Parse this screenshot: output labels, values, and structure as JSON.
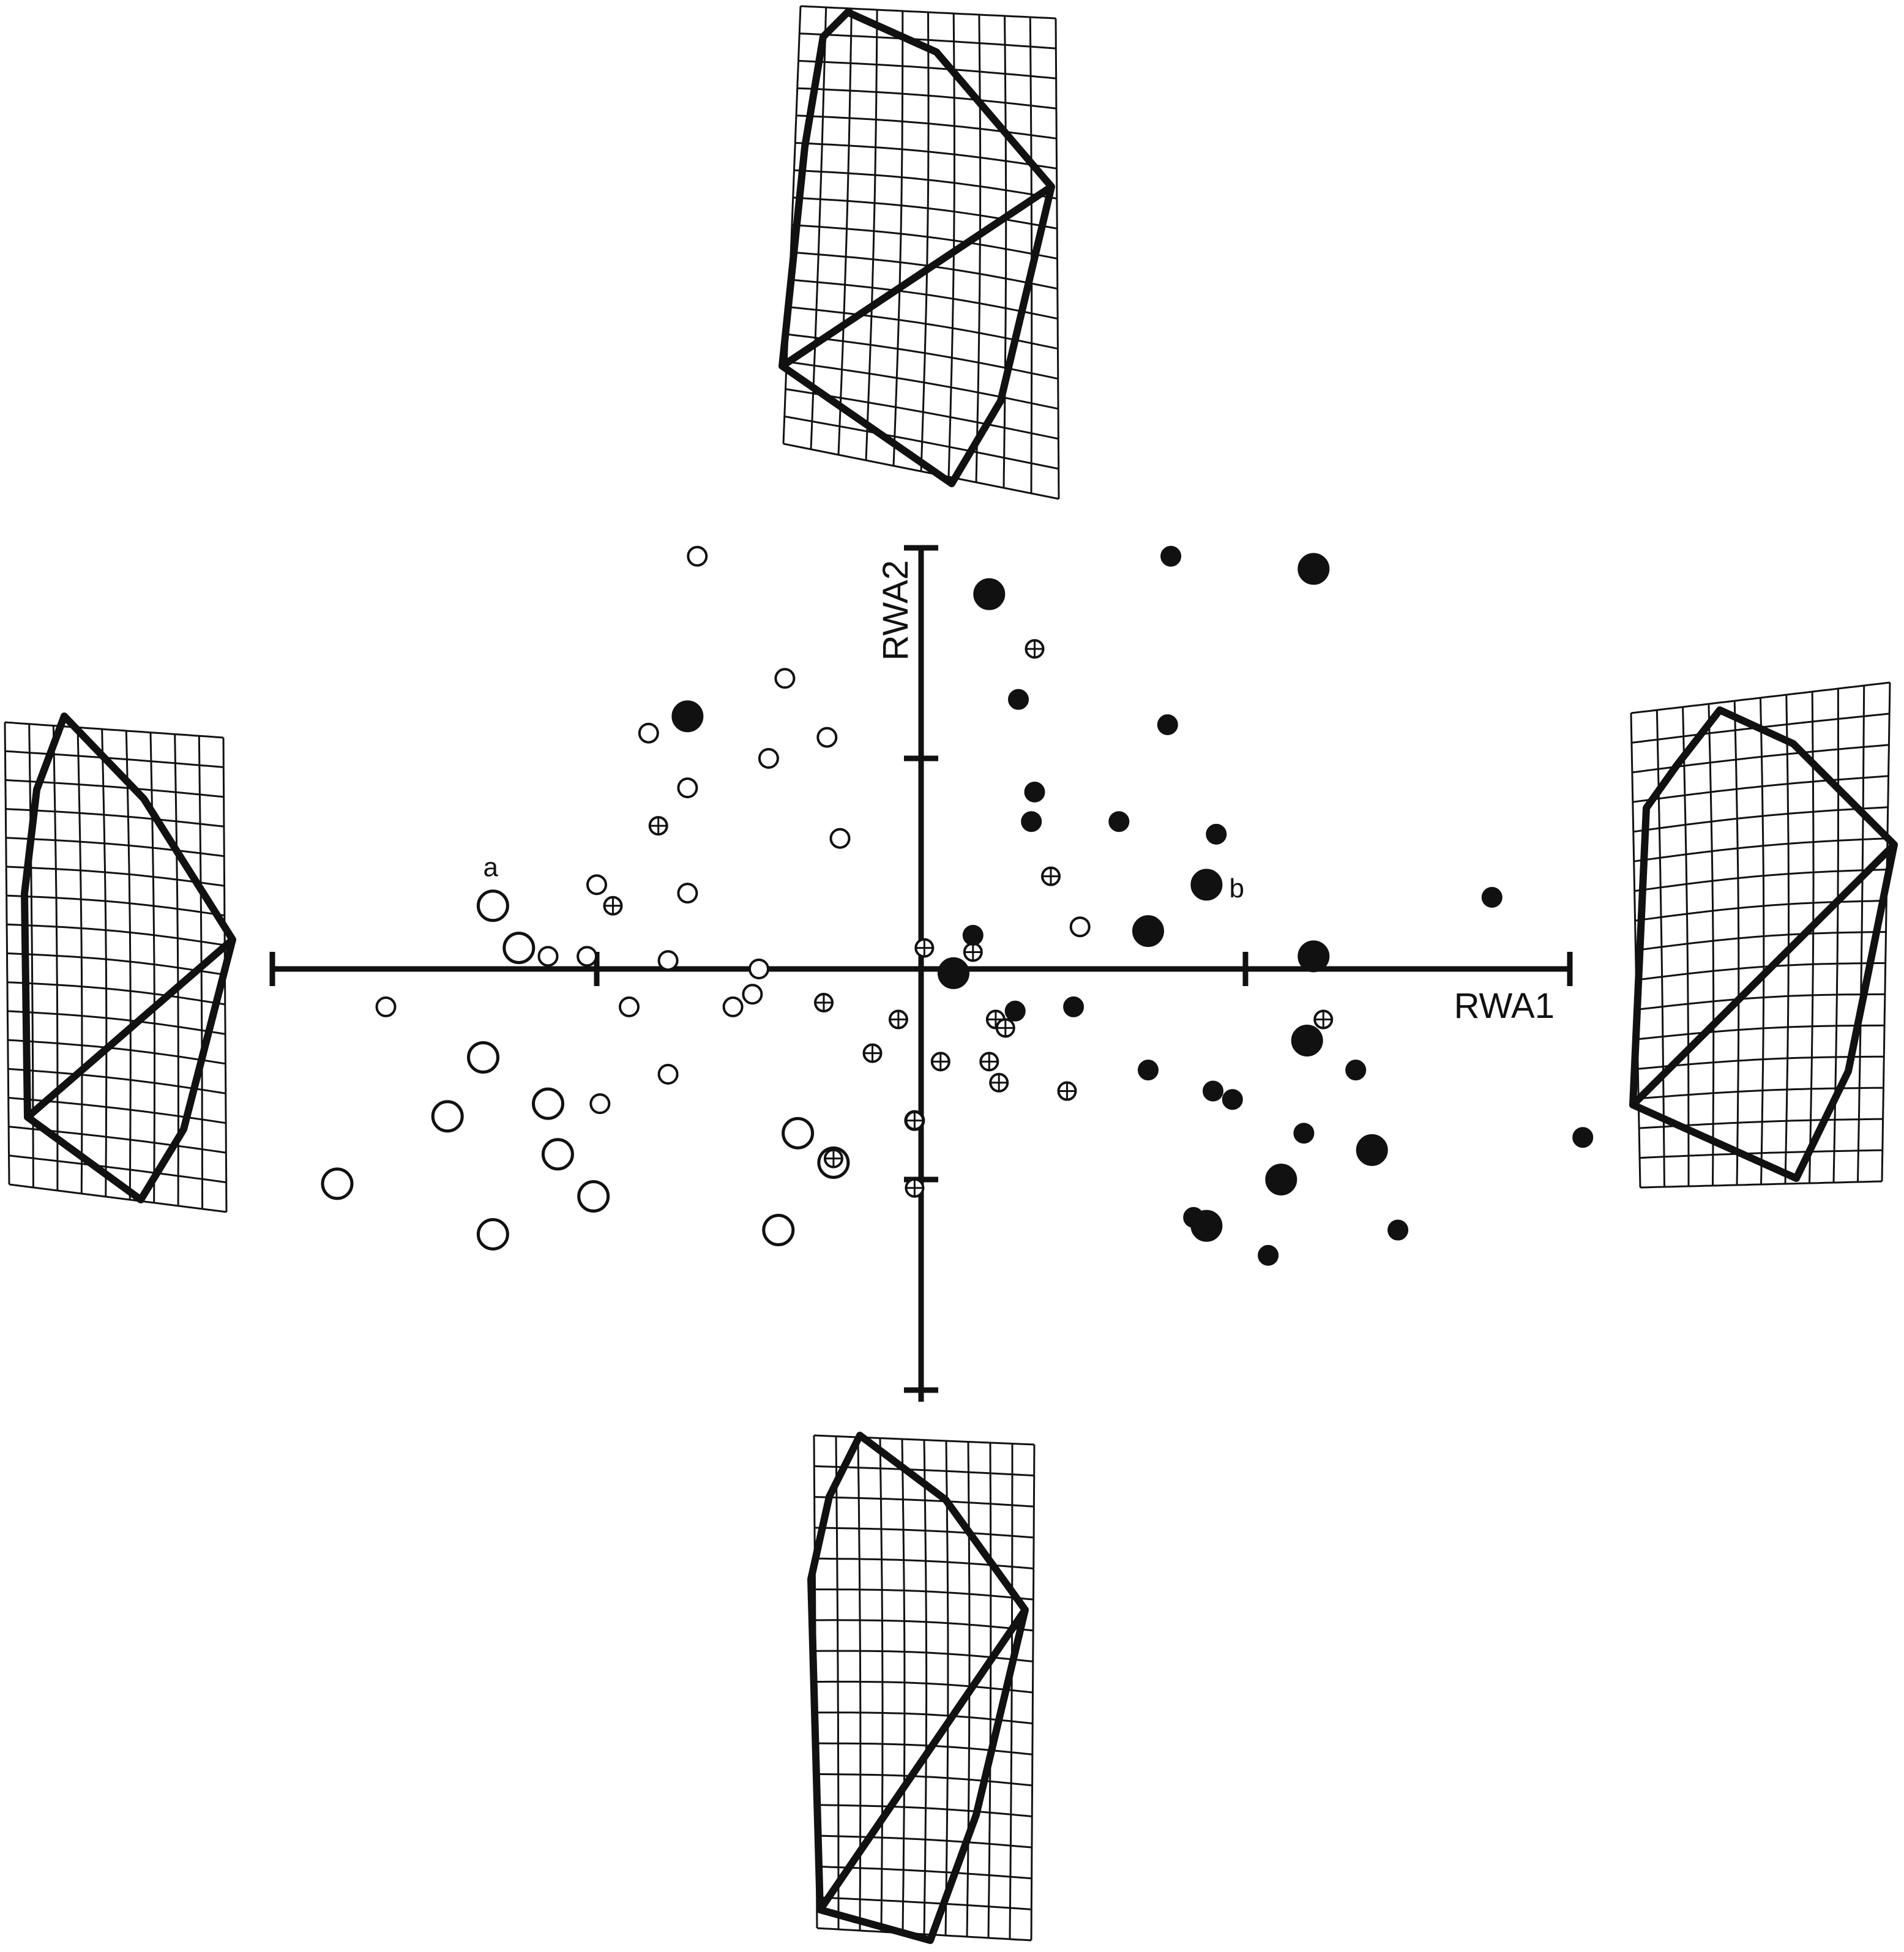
{
  "chart_data": {
    "type": "scatter",
    "title": "",
    "xlabel": "RWA1",
    "ylabel": "RWA2",
    "xlim": [
      -2.0,
      2.0
    ],
    "ylim": [
      -1.0,
      1.0
    ],
    "xticks": [
      -2.0,
      -1.0,
      0.0,
      1.0,
      2.0
    ],
    "yticks": [
      -1.0,
      -0.5,
      0.0,
      0.5,
      1.0
    ],
    "grid": false,
    "legend": "none",
    "series": [
      {
        "marker": "open-small",
        "points": [
          [
            -0.69,
            0.98
          ],
          [
            -0.42,
            0.69
          ],
          [
            -0.84,
            0.56
          ],
          [
            -0.47,
            0.5
          ],
          [
            -0.29,
            0.55
          ],
          [
            -0.72,
            0.43
          ],
          [
            -0.25,
            0.31
          ],
          [
            -1.0,
            0.2
          ],
          [
            -0.72,
            0.18
          ],
          [
            0.49,
            0.1
          ],
          [
            -1.03,
            0.03
          ],
          [
            -1.15,
            0.03
          ],
          [
            -0.78,
            0.02
          ],
          [
            -0.5,
            0.0
          ],
          [
            -1.65,
            -0.09
          ],
          [
            -0.9,
            -0.09
          ],
          [
            -0.58,
            -0.09
          ],
          [
            -0.52,
            -0.06
          ],
          [
            -0.78,
            -0.25
          ],
          [
            -0.99,
            -0.32
          ],
          [
            -0.02,
            -0.36
          ]
        ]
      },
      {
        "marker": "open-large",
        "points": [
          [
            -1.32,
            0.15
          ],
          [
            -1.24,
            0.05
          ],
          [
            -1.35,
            -0.21
          ],
          [
            -1.46,
            -0.35
          ],
          [
            -1.15,
            -0.32
          ],
          [
            -1.12,
            -0.44
          ],
          [
            -0.38,
            -0.39
          ],
          [
            -0.27,
            -0.46
          ],
          [
            -1.8,
            -0.51
          ],
          [
            -1.01,
            -0.54
          ],
          [
            -1.32,
            -0.63
          ],
          [
            -0.44,
            -0.62
          ]
        ]
      },
      {
        "marker": "crossed",
        "points": [
          [
            0.35,
            0.76
          ],
          [
            -0.81,
            0.34
          ],
          [
            -0.95,
            0.15
          ],
          [
            0.4,
            0.22
          ],
          [
            0.01,
            0.05
          ],
          [
            0.16,
            0.04
          ],
          [
            -0.3,
            -0.08
          ],
          [
            -0.07,
            -0.12
          ],
          [
            0.23,
            -0.12
          ],
          [
            0.26,
            -0.14
          ],
          [
            -0.15,
            -0.2
          ],
          [
            0.06,
            -0.22
          ],
          [
            0.21,
            -0.22
          ],
          [
            0.24,
            -0.27
          ],
          [
            0.45,
            -0.29
          ],
          [
            -0.02,
            -0.36
          ],
          [
            -0.27,
            -0.45
          ],
          [
            -0.02,
            -0.52
          ],
          [
            1.24,
            -0.12
          ]
        ]
      },
      {
        "marker": "filled-small",
        "points": [
          [
            0.3,
            0.64
          ],
          [
            0.77,
            0.98
          ],
          [
            0.76,
            0.58
          ],
          [
            0.35,
            0.42
          ],
          [
            0.34,
            0.35
          ],
          [
            0.61,
            0.35
          ],
          [
            0.91,
            0.32
          ],
          [
            1.76,
            0.17
          ],
          [
            0.16,
            0.08
          ],
          [
            0.29,
            -0.1
          ],
          [
            0.47,
            -0.09
          ],
          [
            0.7,
            -0.24
          ],
          [
            1.34,
            -0.24
          ],
          [
            0.9,
            -0.29
          ],
          [
            0.96,
            -0.31
          ],
          [
            1.18,
            -0.39
          ],
          [
            2.04,
            -0.4
          ],
          [
            0.84,
            -0.59
          ],
          [
            1.47,
            -0.62
          ],
          [
            1.07,
            -0.68
          ]
        ]
      },
      {
        "marker": "filled-large",
        "points": [
          [
            1.21,
            0.95
          ],
          [
            0.21,
            0.89
          ],
          [
            -0.72,
            0.6
          ],
          [
            0.88,
            0.2
          ],
          [
            0.7,
            0.09
          ],
          [
            1.21,
            0.03
          ],
          [
            0.1,
            -0.01
          ],
          [
            1.19,
            -0.17
          ],
          [
            1.39,
            -0.43
          ],
          [
            1.11,
            -0.5
          ],
          [
            0.88,
            -0.61
          ]
        ]
      }
    ],
    "annotations": [
      {
        "text": "a",
        "x": -1.35,
        "y": 0.22
      },
      {
        "text": "b",
        "x": 0.95,
        "y": 0.17
      }
    ]
  }
}
